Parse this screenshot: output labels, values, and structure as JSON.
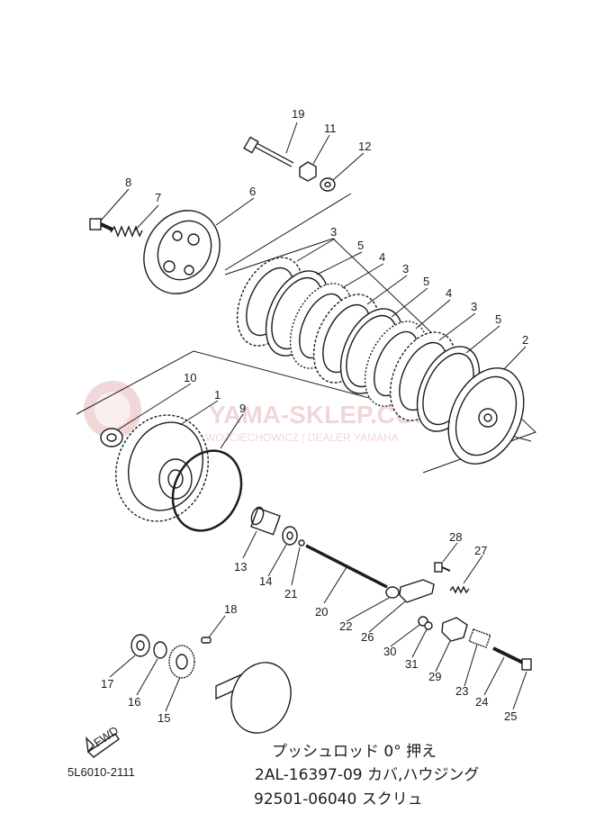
{
  "diagram": {
    "code": "5L6010-2111",
    "fwd_label": "FWD",
    "watermark": {
      "title": "YAMA-SKLEP.COM",
      "subtitle": "WOJCIECHOWICZ | DEALER YAMAHA"
    },
    "handwritten_notes": [
      "プッシュロッド 0° 押え",
      "2AL-16397-09   カバ,ハウジング",
      "92501-06040   スクリュ"
    ],
    "part_numbers": [
      "19",
      "11",
      "12",
      "8",
      "7",
      "6",
      "3",
      "5",
      "4",
      "3",
      "5",
      "4",
      "3",
      "5",
      "2",
      "10",
      "1",
      "9",
      "13",
      "14",
      "21",
      "20",
      "28",
      "27",
      "22",
      "26",
      "30",
      "31",
      "29",
      "23",
      "24",
      "25",
      "18",
      "17",
      "16",
      "15"
    ]
  }
}
